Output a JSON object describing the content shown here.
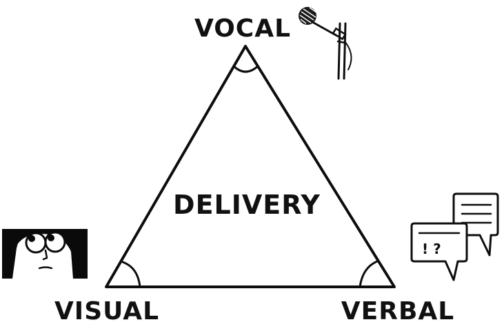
{
  "diagram": {
    "center_label": "DELIVERY",
    "vertices": {
      "top": "VOCAL",
      "bottom_left": "VISUAL",
      "bottom_right": "VERBAL"
    },
    "icons": {
      "top": "microphone-icon",
      "bottom_left": "face-portrait-icon",
      "bottom_right": "speech-bubbles-icon"
    },
    "speech_bubble_text": "! ?",
    "colors": {
      "ink": "#0d0d0d",
      "background": "#ffffff"
    }
  }
}
